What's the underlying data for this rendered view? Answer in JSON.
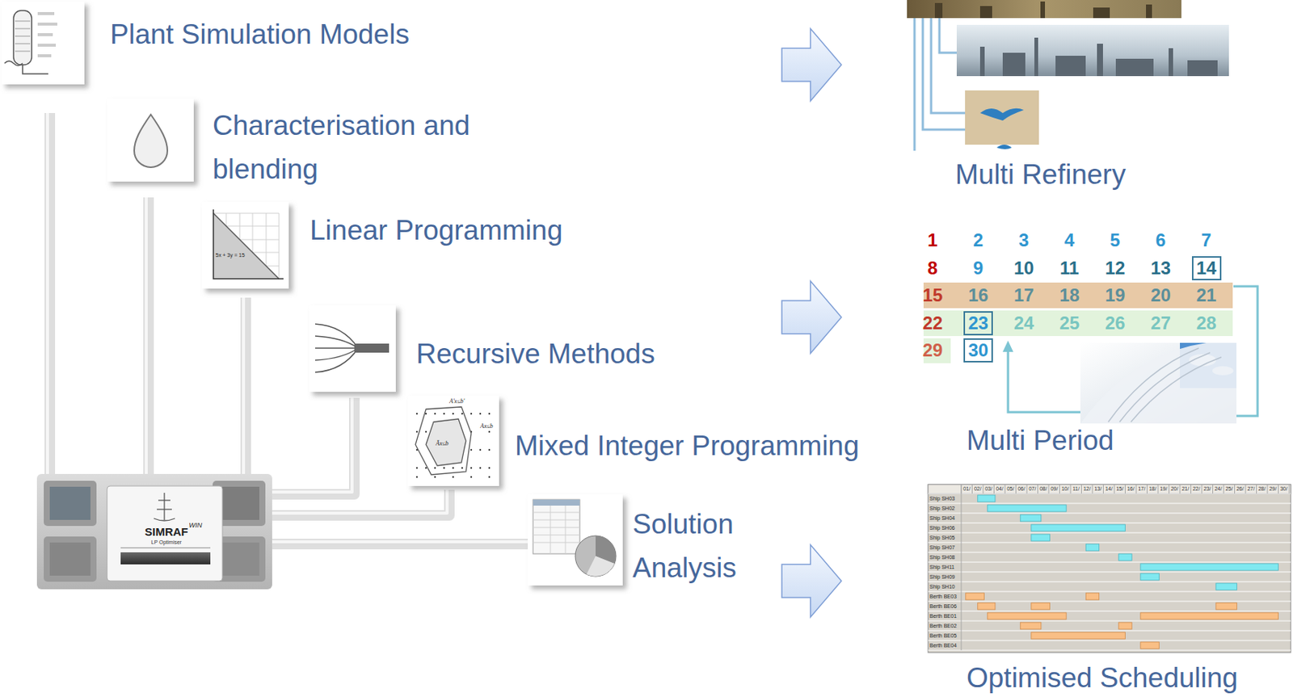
{
  "diagram": {
    "labels": [
      "Plant Simulation Models",
      "Characterisation and blending",
      "Linear Programming",
      "Recursive Methods",
      "Mixed Integer Programming",
      "Solution Analysis",
      "5x + 3y = 15",
      "A'x≤b'",
      "Ax≤b",
      "Āx≤b",
      "SIMRAF",
      "WIN",
      "LP Optimiser",
      "Multi Refinery",
      "1",
      "2",
      "3",
      "4",
      "5",
      "6",
      "7",
      "8",
      "9",
      "10",
      "11",
      "12",
      "13",
      "14",
      "15",
      "16",
      "17",
      "18",
      "19",
      "20",
      "21",
      "22",
      "23",
      "24",
      "25",
      "26",
      "27",
      "28",
      "29",
      "30",
      "Multi Period",
      "01/",
      "02/",
      "03/",
      "04/",
      "05/",
      "06/",
      "07/",
      "08/",
      "09/",
      "10/",
      "11/",
      "12/",
      "13/",
      "14/",
      "15/",
      "16/",
      "17/",
      "18/",
      "19/",
      "20/",
      "21/",
      "22/",
      "23/",
      "24/",
      "25/",
      "26/",
      "27/",
      "28/",
      "29/",
      "30/",
      "Ship SH03",
      "Ship SH02",
      "Ship SH04",
      "Ship SH06",
      "Ship SH05",
      "Ship SH07",
      "Ship SH08",
      "Ship SH11",
      "Ship SH09",
      "Ship SH10",
      "Berth BE03",
      "Berth BE06",
      "Berth BE01",
      "Berth BE02",
      "Berth BE05",
      "Berth BE04",
      "Optimised Scheduling"
    ]
  }
}
